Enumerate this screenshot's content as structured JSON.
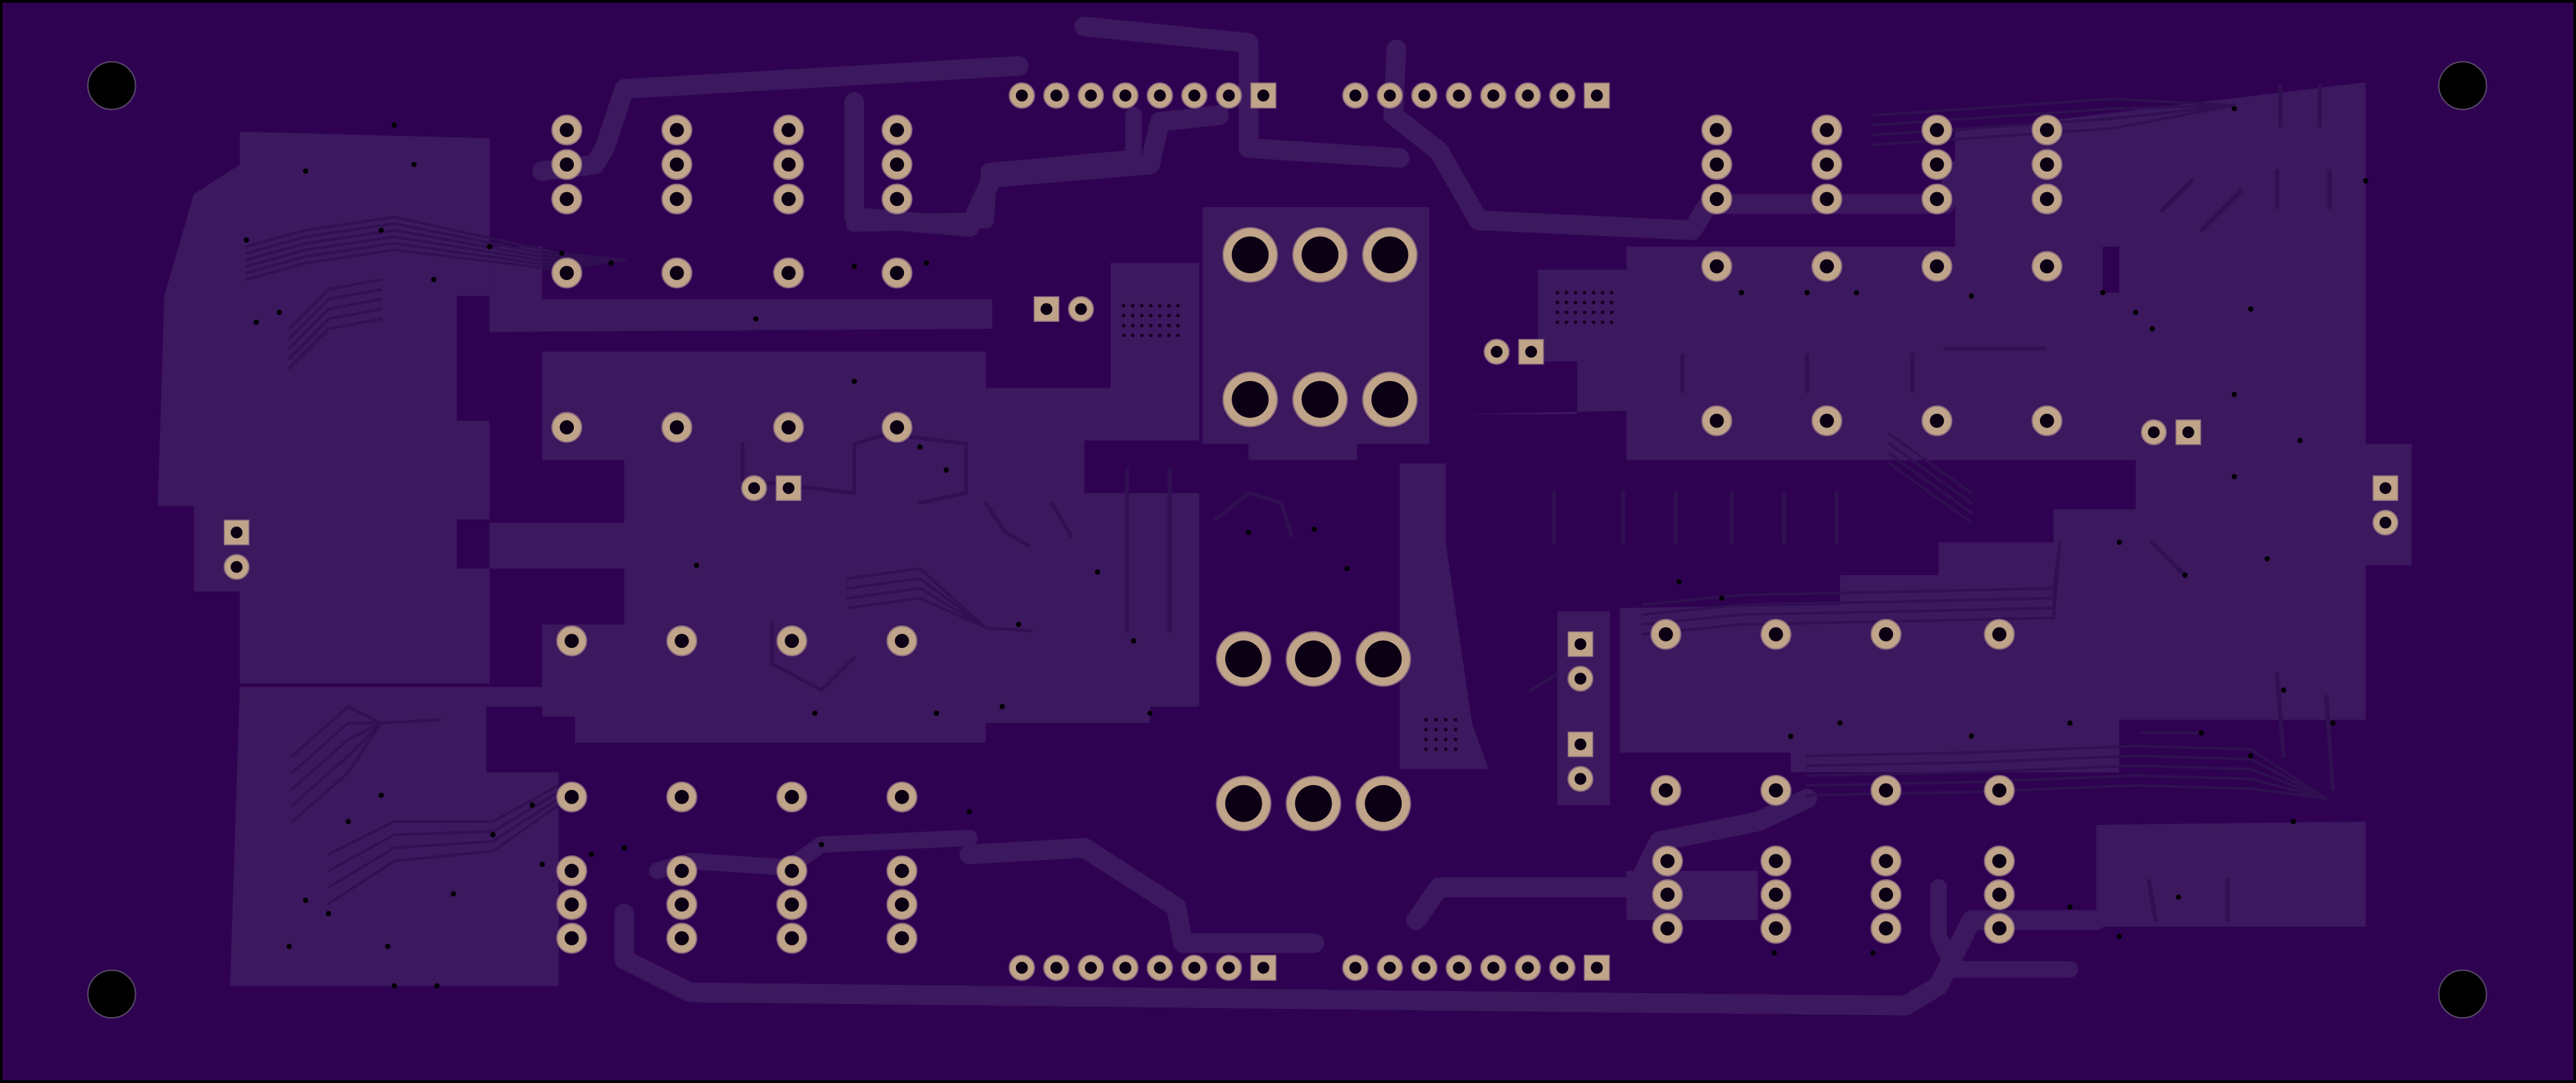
{
  "board": {
    "colors": {
      "outline": "#000000",
      "substrate": "#2e0251",
      "copper": "#3c185e",
      "trace": "#301051",
      "pad": "#c0a489",
      "pad_ring": "#8d6e7f",
      "hole": "#0c0014",
      "mount_hole": "#000000"
    },
    "components": {
      "header_pins": 8,
      "terminal_pins": 3,
      "big_jack_pins": 3
    }
  }
}
